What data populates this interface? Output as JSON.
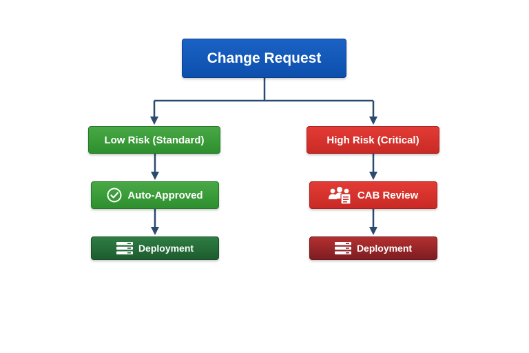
{
  "title": "Change Request",
  "branches": {
    "low": {
      "label": "Low Risk (Standard)",
      "step": "Auto-Approved",
      "final": "Deployment",
      "step_icon": "check-circle-icon",
      "final_icon": "server-icon",
      "color": "#3a9b3a",
      "final_color": "#25683a"
    },
    "high": {
      "label": "High Risk (Critical)",
      "step": "CAB Review",
      "final": "Deployment",
      "step_icon": "people-document-icon",
      "final_icon": "server-icon",
      "color": "#d9332e",
      "final_color": "#962228"
    }
  },
  "colors": {
    "root": "#1259bb",
    "connector": "#2b4a6f"
  }
}
